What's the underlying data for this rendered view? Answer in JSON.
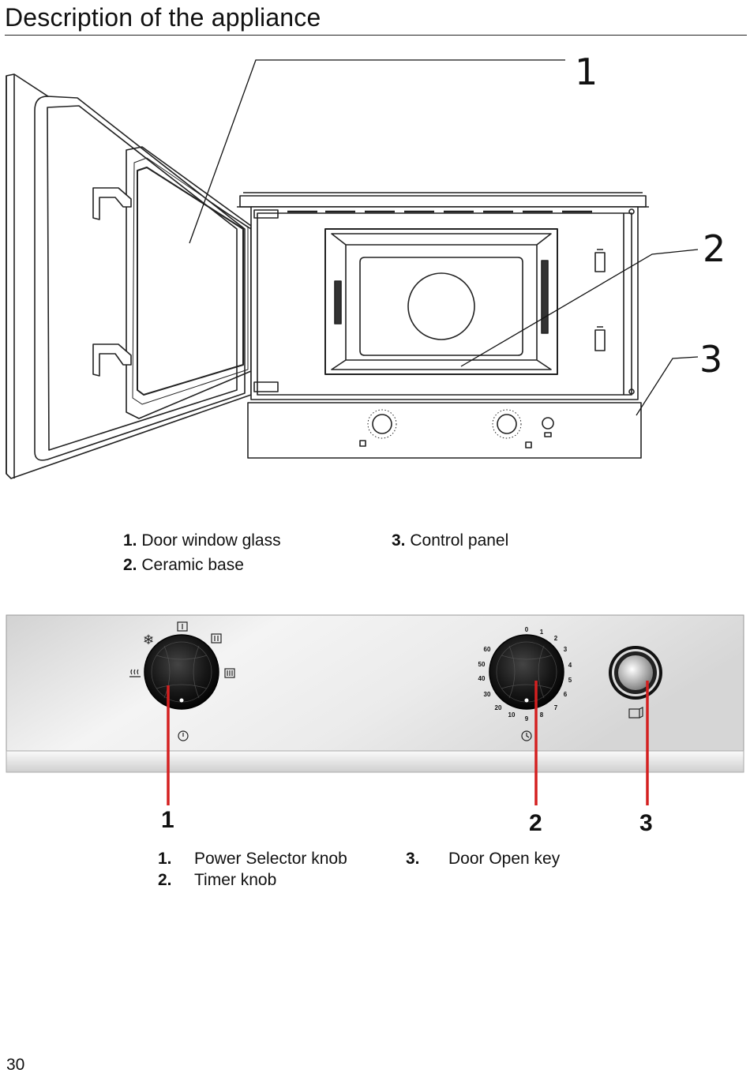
{
  "page": {
    "title": "Description of the appliance",
    "page_number": "30"
  },
  "figure1": {
    "callouts": [
      "1",
      "2",
      "3"
    ],
    "legend": [
      {
        "num": "1.",
        "text": "Door window glass"
      },
      {
        "num": "2.",
        "text": "Ceramic base"
      },
      {
        "num": "3.",
        "text": "Control panel"
      }
    ]
  },
  "figure2": {
    "timer_scale": [
      "0",
      "1",
      "2",
      "3",
      "4",
      "5",
      "6",
      "7",
      "8",
      "9",
      "10",
      "20",
      "30",
      "40",
      "50",
      "60"
    ],
    "callouts": [
      "1",
      "2",
      "3"
    ],
    "legend": [
      {
        "num": "1.",
        "text": "Power Selector knob"
      },
      {
        "num": "2.",
        "text": "Timer knob"
      },
      {
        "num": "3.",
        "text": "Door Open key"
      }
    ],
    "icons": {
      "defrost": "snowflake-icon",
      "grill": "steam-grill-icon",
      "power_low": "power-low-icon",
      "power_mid": "power-mid-icon",
      "power_high": "power-high-icon",
      "off": "off-icon",
      "timer": "timer-icon",
      "door": "door-open-icon"
    },
    "colors": {
      "pointer_line": "#d42020",
      "panel_face": "#e6e6e6"
    }
  }
}
